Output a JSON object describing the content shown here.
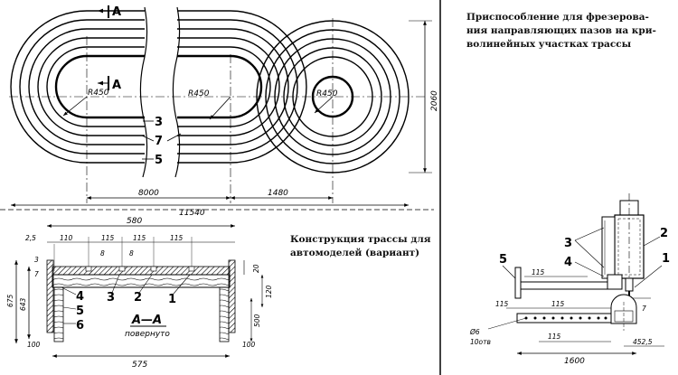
{
  "captions": {
    "fixture_line1": "Приспособление для фрезерова-",
    "fixture_line2": "ния направляющих пазов на кри-",
    "fixture_line3": "волинейных участках трассы",
    "track_line1": "Конструкция трассы для",
    "track_line2": "автомоделей (вариант)"
  },
  "plan_view": {
    "section_mark": "A",
    "radius_label": "R450",
    "height_dim": "2060",
    "dim_8000": "8000",
    "dim_1480": "1480",
    "dim_11540": "11540",
    "part_3": "3",
    "part_7": "7",
    "part_5": "5"
  },
  "section_view": {
    "dim_580": "580",
    "dim_2_5": "2,5",
    "dim_110": "110",
    "dim_115": "115",
    "dim_8": "8",
    "dim_3": "3",
    "dim_7": "7",
    "dim_20": "20",
    "dim_120": "120",
    "dim_500": "500",
    "dim_675": "675",
    "dim_643": "643",
    "dim_100": "100",
    "dim_575": "575",
    "section_label": "A—A",
    "section_note": "повернуто",
    "part_1": "1",
    "part_2": "2",
    "part_3": "3",
    "part_4": "4",
    "part_5": "5",
    "part_6": "6"
  },
  "fixture_view": {
    "part_1": "1",
    "part_2": "2",
    "part_3": "3",
    "part_4": "4",
    "part_5": "5",
    "dim_115": "115",
    "dim_7": "7",
    "dim_hole": "Ø6",
    "dim_holes_count": "10отв",
    "dim_452_5": "452,5",
    "dim_1600": "1600"
  }
}
